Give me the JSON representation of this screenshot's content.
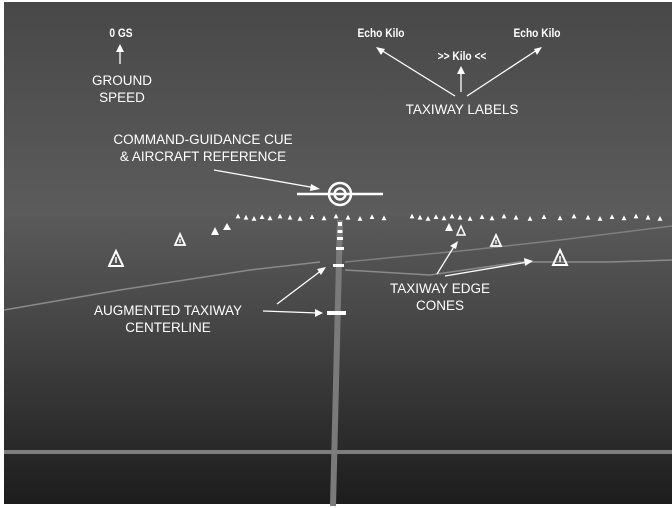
{
  "hud": {
    "ground_speed_readout": "0 GS",
    "taxiway_label_left": "Echo Kilo",
    "taxiway_label_right": "Echo Kilo",
    "taxiway_label_center": ">> Kilo <<"
  },
  "annotations": {
    "ground_speed": [
      "GROUND",
      "SPEED"
    ],
    "taxiway_labels": "TAXIWAY LABELS",
    "command_guidance": [
      "COMMAND-GUIDANCE CUE",
      "& AIRCRAFT REFERENCE"
    ],
    "augmented_centerline": [
      "AUGMENTED TAXIWAY",
      "CENTERLINE"
    ],
    "edge_cones": [
      "TAXIWAY EDGE",
      "CONES"
    ]
  },
  "colors": {
    "sky_top": "#4a4a4a",
    "sky_bottom": "#5e5e5e",
    "ground_top": "#5a5a5a",
    "ground_bottom": "#1e1e1e",
    "symbology": "#ffffff",
    "pavement_line": "#8a8a8a"
  }
}
